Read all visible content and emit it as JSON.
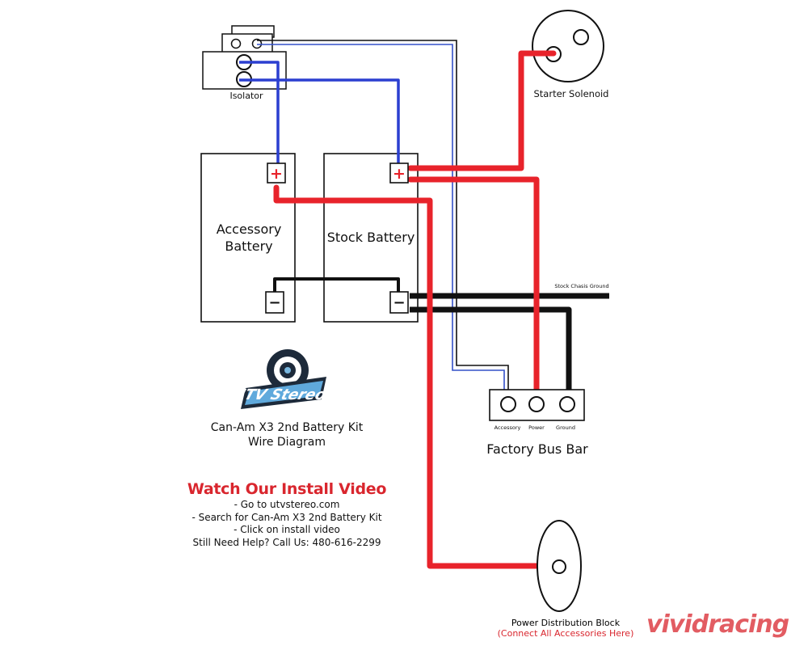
{
  "labels": {
    "isolator": "Isolator",
    "starter_solenoid": "Starter Solenoid",
    "accessory_battery_line1": "Accessory",
    "accessory_battery_line2": "Battery",
    "stock_battery": "Stock Battery",
    "stock_chassis_ground": "Stock Chasis Ground",
    "factory_bus_bar": "Factory Bus Bar",
    "bus_accessory": "Accessory",
    "bus_power": "Power",
    "bus_ground": "Ground",
    "power_distribution_block": "Power Distribution Block",
    "connect_note": "(Connect All Accessories Here)",
    "plus": "+",
    "minus": "−"
  },
  "info": {
    "title_line1": "Can-Am X3 2nd Battery Kit",
    "title_line2": "Wire Diagram",
    "watch": "Watch Our Install Video",
    "step1": "- Go to utvstereo.com",
    "step2": "- Search for Can-Am X3 2nd Battery Kit",
    "step3": "- Click on install video",
    "help": "Still Need Help? Call Us: 480-616-2299"
  },
  "logo_text": "UTV Stereo",
  "watermark": "vividracing",
  "colors": {
    "positive_wire": "#e8232b",
    "isolator_wire": "#2b3fd0",
    "ground_wire": "#111111",
    "accessory_wire": "#3350c8",
    "accent_red": "#d9262e"
  },
  "icons": [
    "plus-terminal-icon",
    "minus-terminal-icon",
    "utv-stereo-logo-icon"
  ]
}
